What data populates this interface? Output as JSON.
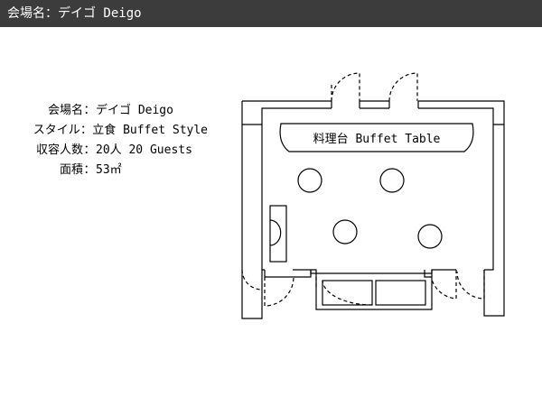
{
  "header": {
    "title": "会場名：デイゴ Deigo"
  },
  "info": [
    {
      "label": "会場名",
      "sep": "：",
      "value": "デイゴ Deigo"
    },
    {
      "label": "スタイル",
      "sep": "：",
      "value": "立食 Buffet Style"
    },
    {
      "label": "収容人数",
      "sep": "：",
      "value": "20人 20 Guests"
    },
    {
      "label": "面積",
      "sep": "：",
      "value": "53㎡"
    }
  ],
  "floorplan": {
    "buffet_label": "料理台 Buffet Table"
  }
}
